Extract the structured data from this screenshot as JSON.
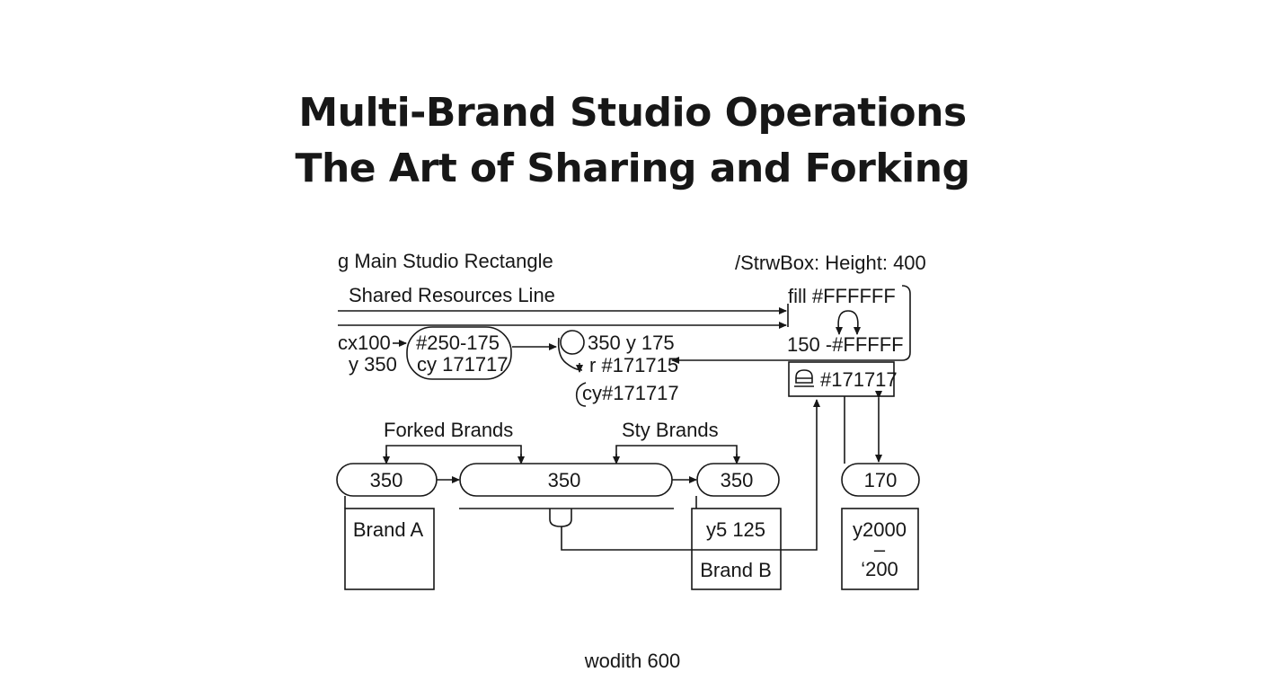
{
  "header": {
    "title_line1": "Multi-Brand Studio Operations",
    "title_line2": "The Art of Sharing and Forking"
  },
  "labels": {
    "main_studio": "g Main Studio Rectangle",
    "shared_resources": "Shared Resources Line",
    "viewbox": "/StrwBox: Height: 400",
    "fill": "fill  #FFFFFF",
    "val_150": "150 -#FFFFF",
    "badge_171717": "#171717",
    "cx100": "cx100",
    "y350": "y 350",
    "pill_a_line1": "#250-175",
    "pill_a_line2": "cy 171717",
    "circle_350": "350 y 175",
    "r_171715": "r #171715",
    "cy_171717": "cy#171717",
    "forked_brands": "Forked Brands",
    "sty_brands": "Sty Brands",
    "footer": "wodith 600"
  },
  "nodes": {
    "pill_left": "350",
    "pill_center": "350",
    "pill_right": "350",
    "pill_far": "170"
  },
  "boxes": {
    "brand_a": "Brand A",
    "brand_b_top": "y5 125",
    "brand_b_bottom": "Brand B",
    "far_top": "y2000",
    "far_mid": "–",
    "far_bottom": "‘200"
  },
  "colors": {
    "ink": "#171717",
    "background": "#FFFFFF"
  }
}
